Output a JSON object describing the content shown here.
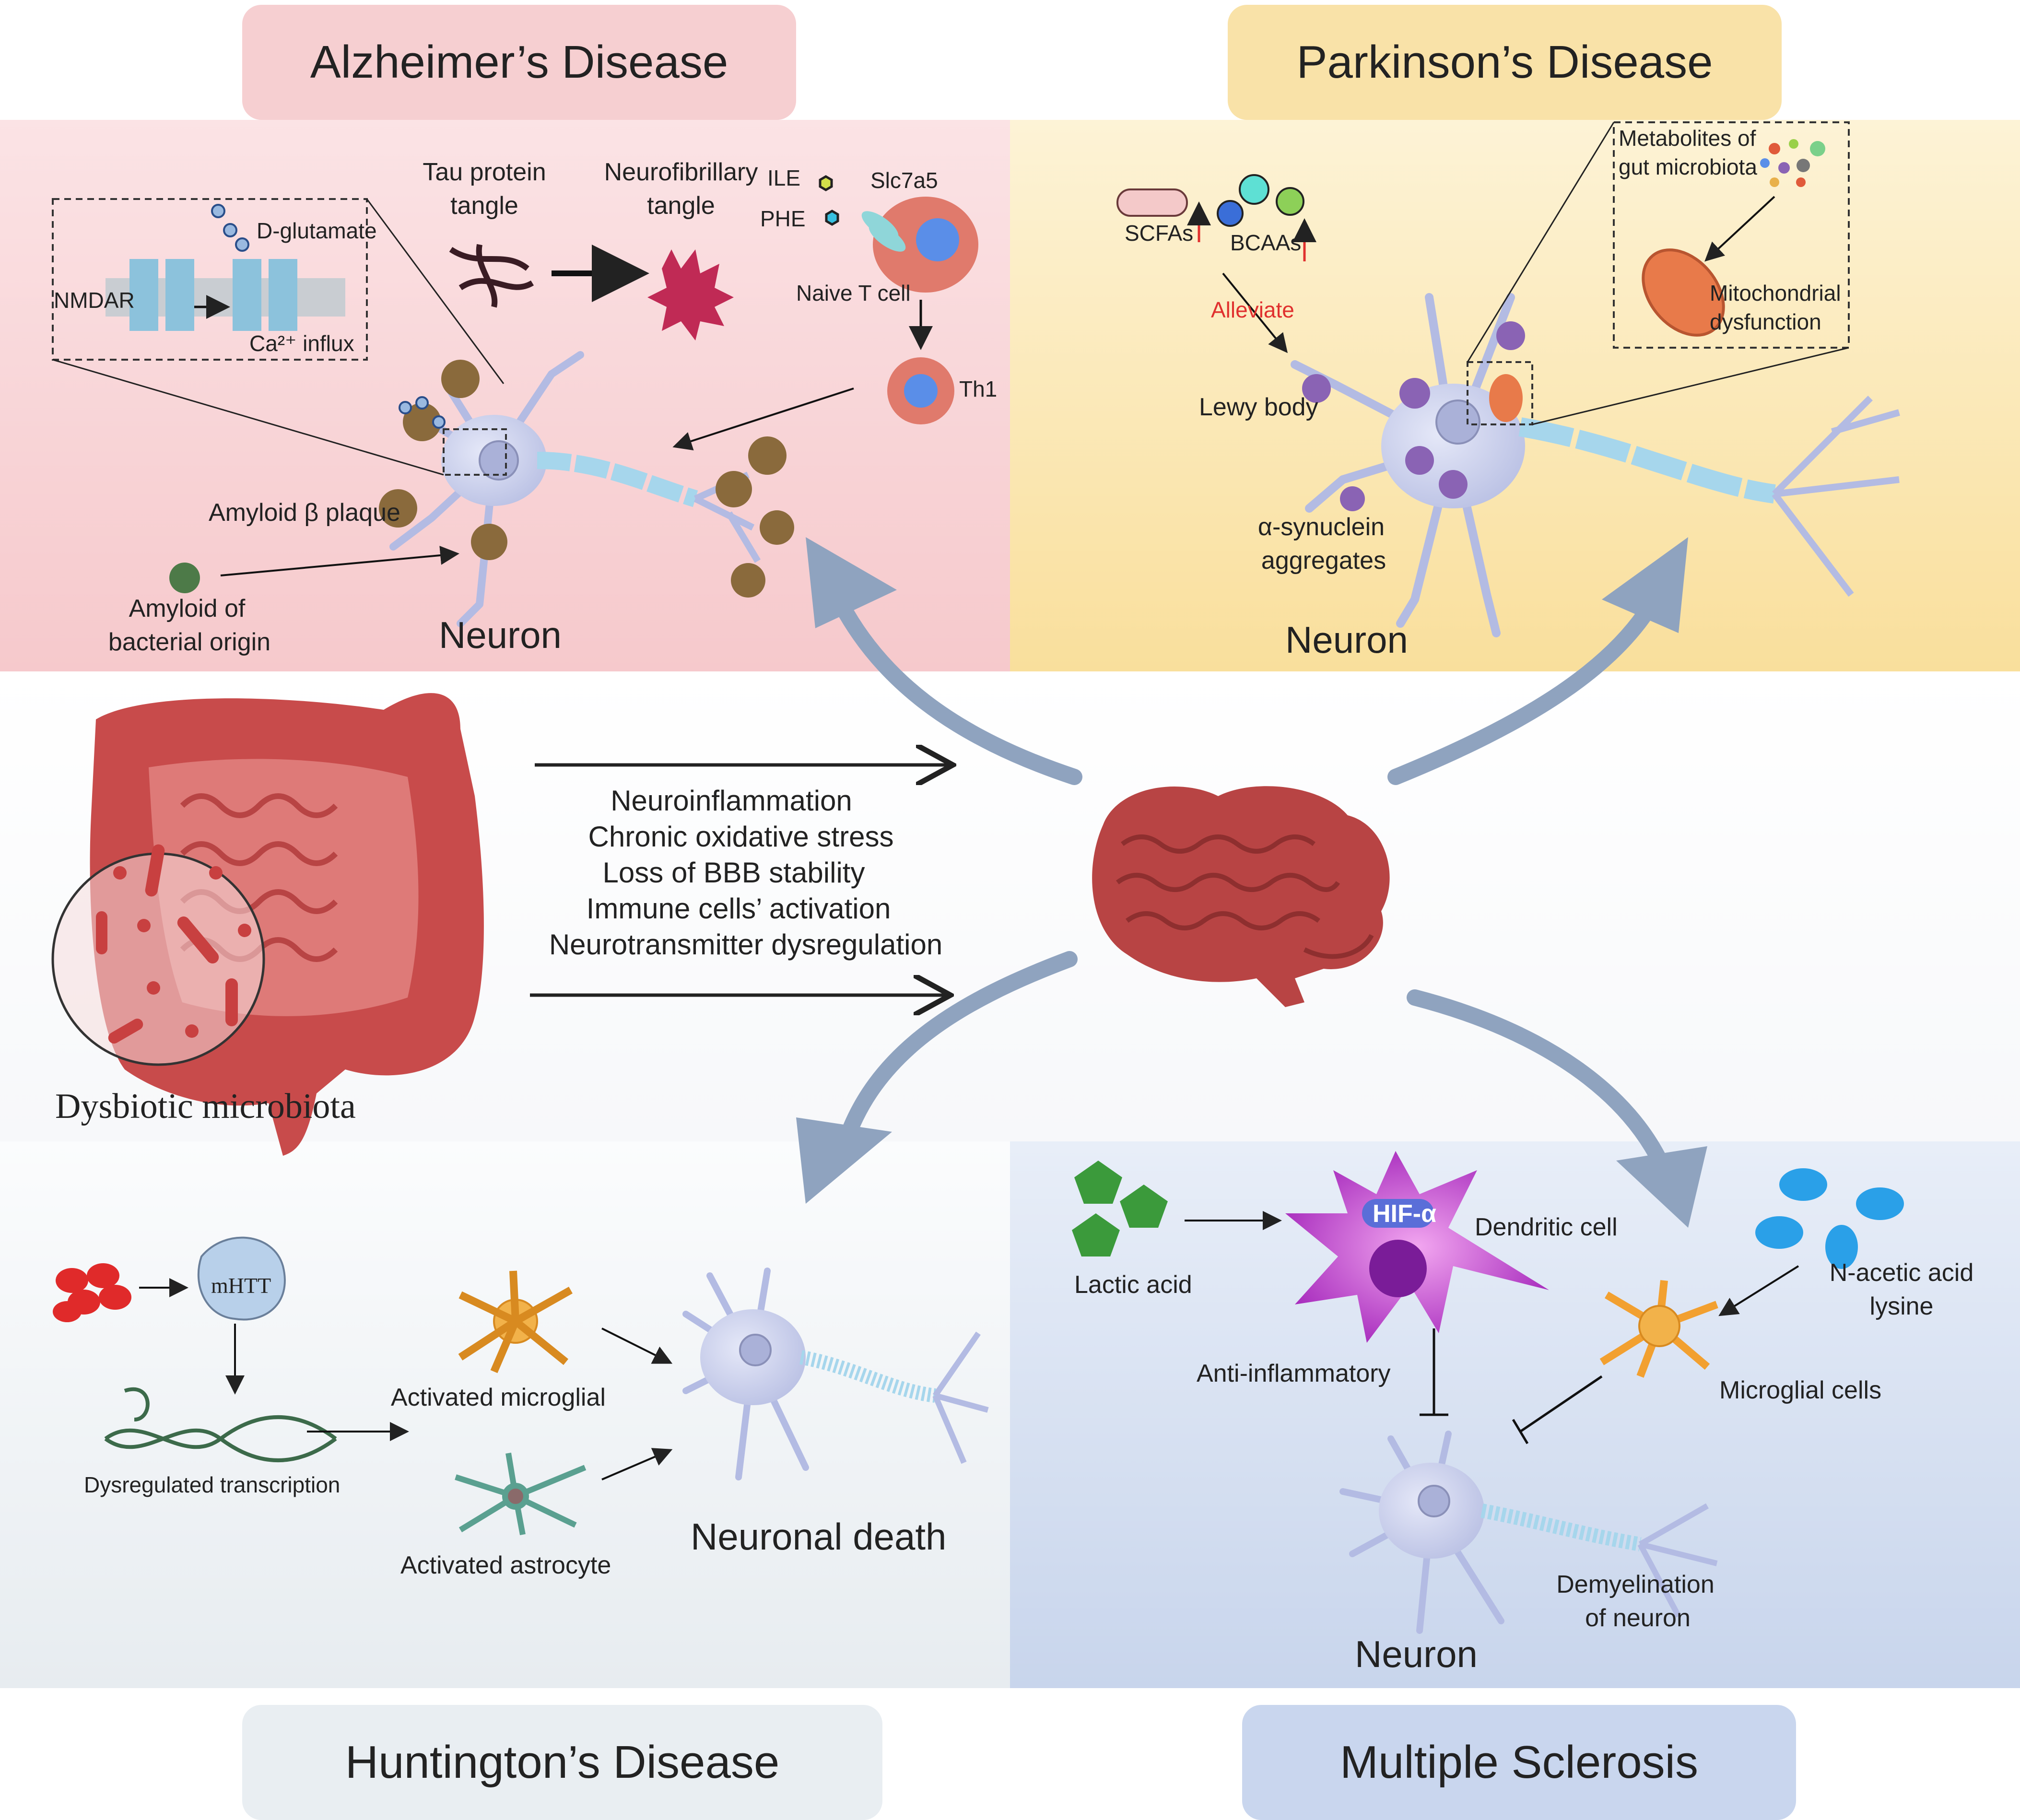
{
  "colors": {
    "ad_panel": "#f8d6d8",
    "pd_panel": "#fbe7b0",
    "hd_panel": "#eef1f4",
    "ms_panel": "#cfdaee",
    "arrow_blue": "#8fa3bf",
    "gut_red": "#c84b4b",
    "brain_red": "#b84444",
    "neuron_blue": "#c5cbe8",
    "myelin_blue": "#a6d6ec"
  },
  "titles": {
    "alzheimers": "Alzheimer’s Disease",
    "parkinsons": "Parkinson’s Disease",
    "huntingtons": "Huntington’s Disease",
    "ms": "Multiple Sclerosis"
  },
  "alzheimers": {
    "tau_1": "Tau protein",
    "tau_2": "tangle",
    "nft_1": "Neurofibrillary",
    "nft_2": "tangle",
    "ile": "ILE",
    "phe": "PHE",
    "slc": "Slc7a5",
    "naive": "Naive T cell",
    "th1": "Th1",
    "dglu": "D-glutamate",
    "nmdar": "NMDAR",
    "ca_influx": "Ca²⁺ influx",
    "amyloid_plaque": "Amyloid β plaque",
    "bact_1": "Amyloid of",
    "bact_2": "bacterial origin",
    "neuron": "Neuron"
  },
  "parkinsons": {
    "scfas": "SCFAs",
    "bcaas": "BCAAs",
    "alleviate": "Alleviate",
    "lewy": "Lewy body",
    "syn_1": "α-synuclein",
    "syn_2": "aggregates",
    "metab_1": "Metabolites of",
    "metab_2": "gut microbiota",
    "mito_1": "Mitochondrial",
    "mito_2": "dysfunction",
    "neuron": "Neuron"
  },
  "center": {
    "mechanisms": [
      "Neuroinflammation",
      "Chronic oxidative stress",
      "Loss of BBB stability",
      "Immune cells’ activation",
      "Neurotransmitter dysregulation"
    ],
    "dysbiotic": "Dysbiotic microbiota"
  },
  "huntingtons": {
    "mhtt": "mHTT",
    "dysreg": "Dysregulated transcription",
    "microglial": "Activated microglial",
    "astrocyte": "Activated astrocyte",
    "death": "Neuronal death"
  },
  "ms": {
    "lactic": "Lactic acid",
    "hif": "HIF-α",
    "dendritic": "Dendritic cell",
    "anti": "Anti-inflammatory",
    "nacetic_1": "N-acetic acid",
    "nacetic_2": "lysine",
    "microglial": "Microglial cells",
    "demyel_1": "Demyelination",
    "demyel_2": "of neuron",
    "neuron": "Neuron"
  }
}
